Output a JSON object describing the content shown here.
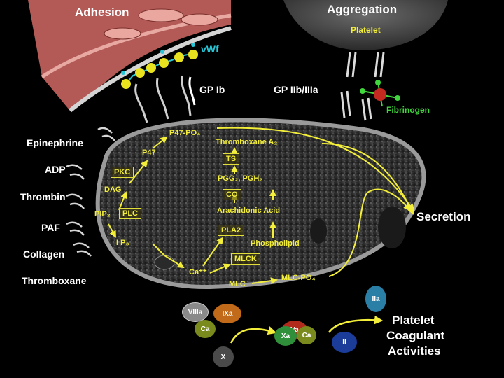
{
  "titles": {
    "adhesion": "Adhesion",
    "aggregation": "Aggregation",
    "platelet": "Platelet"
  },
  "receptors": {
    "vwf": "vWf",
    "gp_ib": "GP Ib",
    "gp_iib_iiia": "GP IIb/IIIa",
    "fibrinogen": "Fibrinogen"
  },
  "agonists": [
    "Epinephrine",
    "ADP",
    "Thrombin",
    "PAF",
    "Collagen",
    "Thromboxane"
  ],
  "pathway": {
    "p47_po4": "P47-PO₄",
    "p47": "P47",
    "pkc": "PKC",
    "dag": "DAG",
    "pip2": "PIP₂",
    "plc": "PLC",
    "ip3": "I P₃",
    "ca": "Ca⁺⁺",
    "mlck": "MLCK",
    "mlc": "MLC",
    "mlc_po4": "MLC-PO₄",
    "pla2": "PLA2",
    "phospholipid": "Phospholipid",
    "arachidonic": "Arachidonic Acid",
    "co": "CO",
    "pgg": "PGG₂, PGH₂",
    "ts": "TS",
    "thromboxane_a2": "Thromboxane A₂"
  },
  "secretion": "Secretion",
  "factors": {
    "viiia": "VIIIa",
    "ixa": "IXa",
    "ca_left": "Ca",
    "x": "X",
    "va": "Va",
    "xa": "Xa",
    "ca_right": "Ca",
    "iia": "IIa",
    "ii": "II"
  },
  "coagulant": {
    "line1": "Platelet",
    "line2": "Coagulant",
    "line3": "Activities"
  },
  "colors": {
    "pathway": "#f2ee3a",
    "vwf": "#27c7d8",
    "fibrinogen": "#3fd73c",
    "vessel": "#c7615c"
  }
}
